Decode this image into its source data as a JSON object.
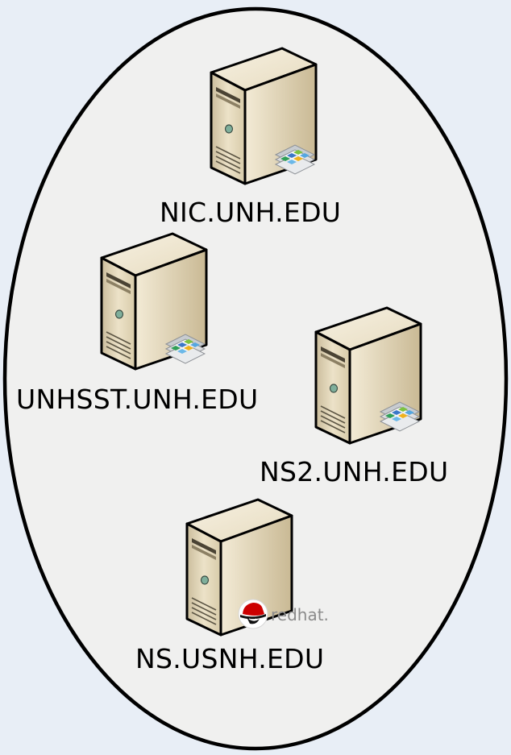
{
  "diagram": {
    "background_color": "#e8eef6",
    "cluster_fill": "#f0f0ef",
    "cluster_stroke": "#000000",
    "servers": [
      {
        "name": "NIC.UNH.EDU",
        "os_badge": "stack-icon"
      },
      {
        "name": "UNHSST.UNH.EDU",
        "os_badge": "stack-icon"
      },
      {
        "name": "NS2.UNH.EDU",
        "os_badge": "stack-icon"
      },
      {
        "name": "NS.USNH.EDU",
        "os_badge": "redhat-logo",
        "badge_text": "redhat."
      }
    ]
  }
}
